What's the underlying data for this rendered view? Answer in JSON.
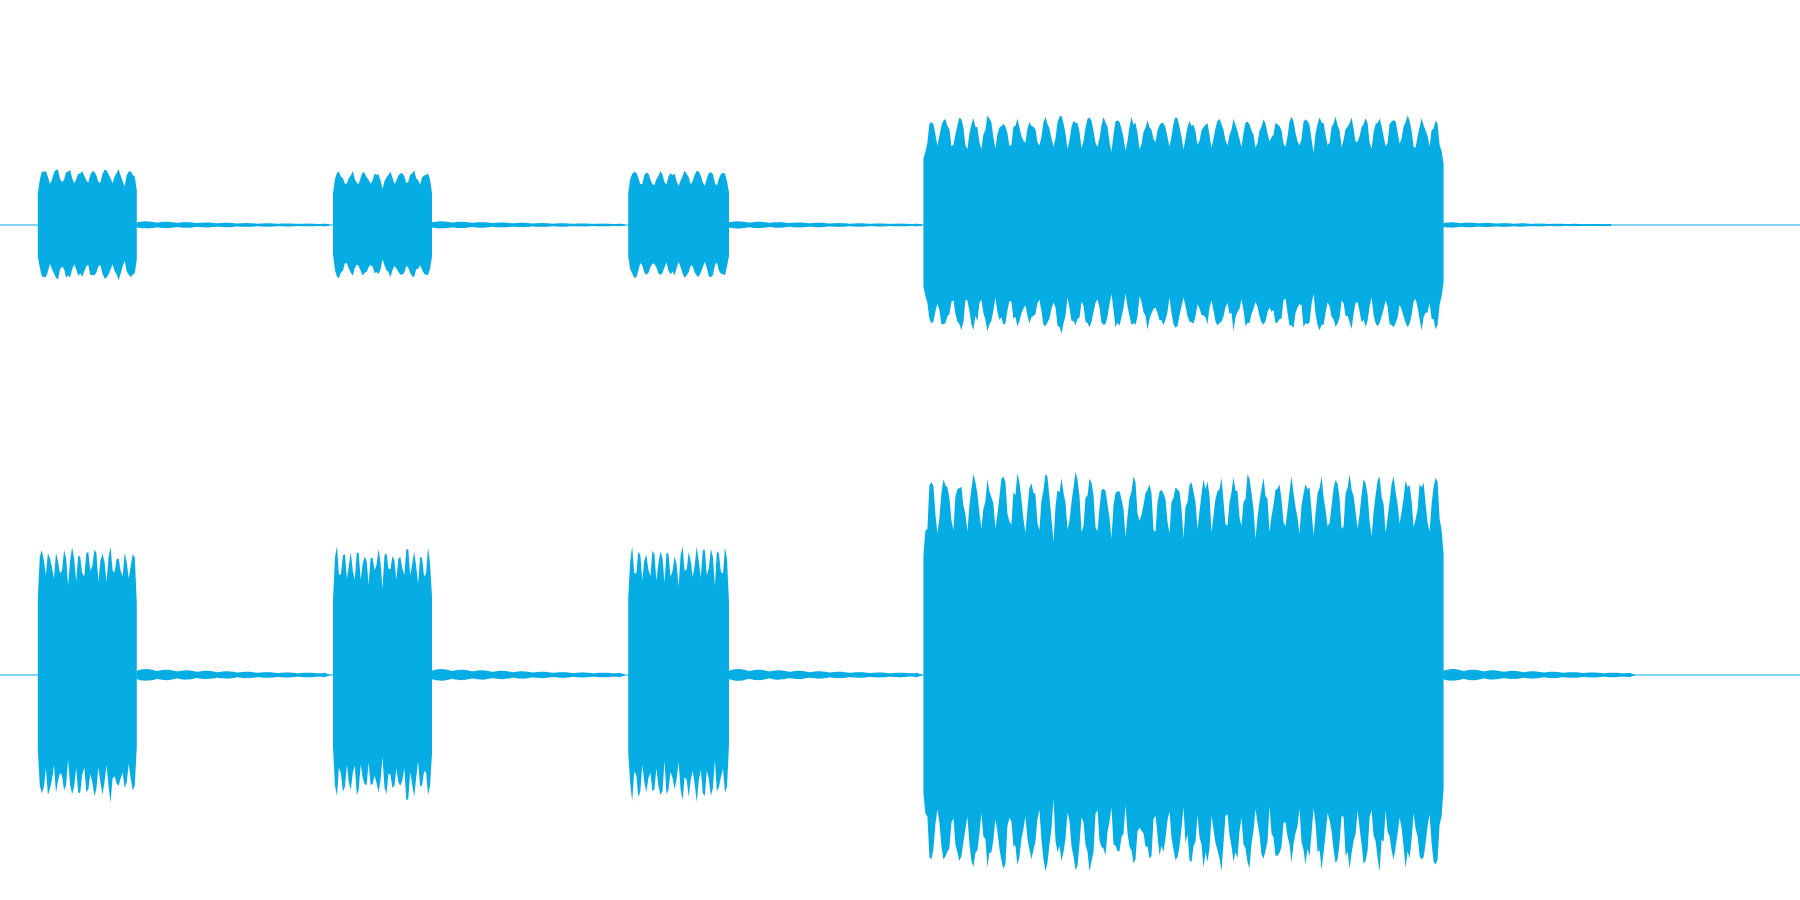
{
  "waveform": {
    "color": "#06ADE4",
    "background": "#FFFFFF",
    "channels": [
      {
        "name": "",
        "segments": [
          {
            "start": 0.021,
            "end": 0.076,
            "peak": 0.3,
            "type": "tone"
          },
          {
            "start": 0.076,
            "end": 0.183,
            "peak": 0.02,
            "type": "decay"
          },
          {
            "start": 0.185,
            "end": 0.24,
            "peak": 0.29,
            "type": "tone"
          },
          {
            "start": 0.24,
            "end": 0.347,
            "peak": 0.02,
            "type": "decay"
          },
          {
            "start": 0.349,
            "end": 0.405,
            "peak": 0.29,
            "type": "tone"
          },
          {
            "start": 0.405,
            "end": 0.512,
            "peak": 0.02,
            "type": "decay"
          },
          {
            "start": 0.513,
            "end": 0.802,
            "peak": 0.58,
            "type": "tone"
          },
          {
            "start": 0.802,
            "end": 0.895,
            "peak": 0.015,
            "type": "decay"
          }
        ]
      },
      {
        "name": "",
        "segments": [
          {
            "start": 0.021,
            "end": 0.076,
            "peak": 0.62,
            "type": "tone"
          },
          {
            "start": 0.076,
            "end": 0.183,
            "peak": 0.03,
            "type": "decay"
          },
          {
            "start": 0.185,
            "end": 0.24,
            "peak": 0.62,
            "type": "tone"
          },
          {
            "start": 0.24,
            "end": 0.347,
            "peak": 0.03,
            "type": "decay"
          },
          {
            "start": 0.349,
            "end": 0.405,
            "peak": 0.62,
            "type": "tone"
          },
          {
            "start": 0.405,
            "end": 0.512,
            "peak": 0.03,
            "type": "decay"
          },
          {
            "start": 0.513,
            "end": 0.802,
            "peak": 0.97,
            "type": "tone"
          },
          {
            "start": 0.802,
            "end": 0.908,
            "peak": 0.03,
            "type": "decay"
          }
        ]
      }
    ]
  }
}
